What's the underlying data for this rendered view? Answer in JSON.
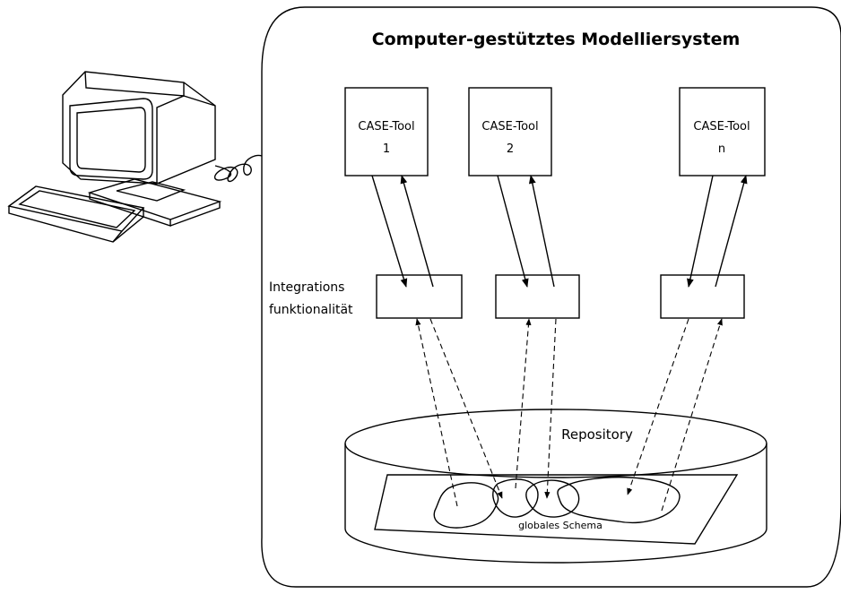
{
  "title": "Computer-gestütztes Modelliersystem",
  "tools": [
    {
      "name": "CASE-Tool",
      "index": "1"
    },
    {
      "name": "CASE-Tool",
      "index": "2"
    },
    {
      "name": "CASE-Tool",
      "index": "n"
    }
  ],
  "integration_label": {
    "line1": "Integrations",
    "line2": "funktionalität"
  },
  "repository_label": "Repository",
  "schema_label": "globales Schema"
}
